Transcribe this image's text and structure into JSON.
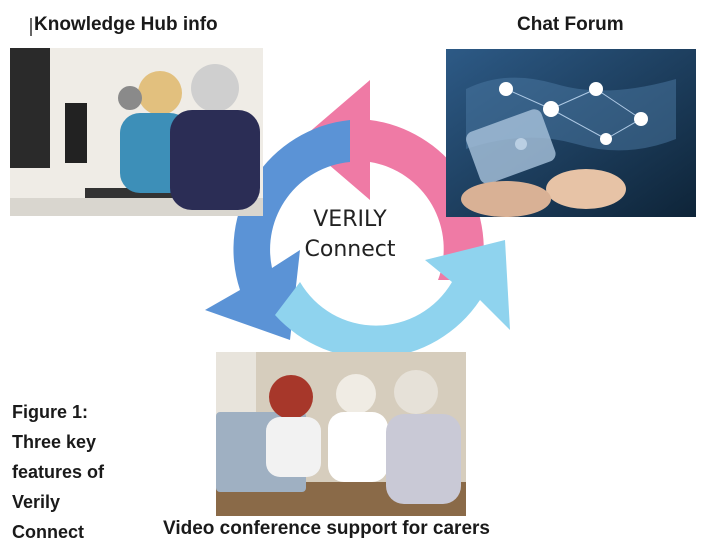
{
  "labels": {
    "knowledge_hub": "Knowledge Hub info",
    "chat_forum": "Chat Forum",
    "video_conference": "Video conference support for carers"
  },
  "center": {
    "line1": "VERILY",
    "line2": "Connect"
  },
  "caption": {
    "line1": "Figure 1:",
    "line2": "Three key",
    "line3": "features of",
    "line4": "Verily",
    "line5": "Connect"
  },
  "colors": {
    "arrow_pink": "#ef7aa5",
    "arrow_blue": "#5b93d6",
    "arrow_light_blue": "#8fd3ee"
  },
  "icons": {
    "knowledge_photo": "seniors-at-computer-photo",
    "chat_photo": "world-network-phone-photo",
    "video_photo": "seniors-at-laptop-photo"
  }
}
